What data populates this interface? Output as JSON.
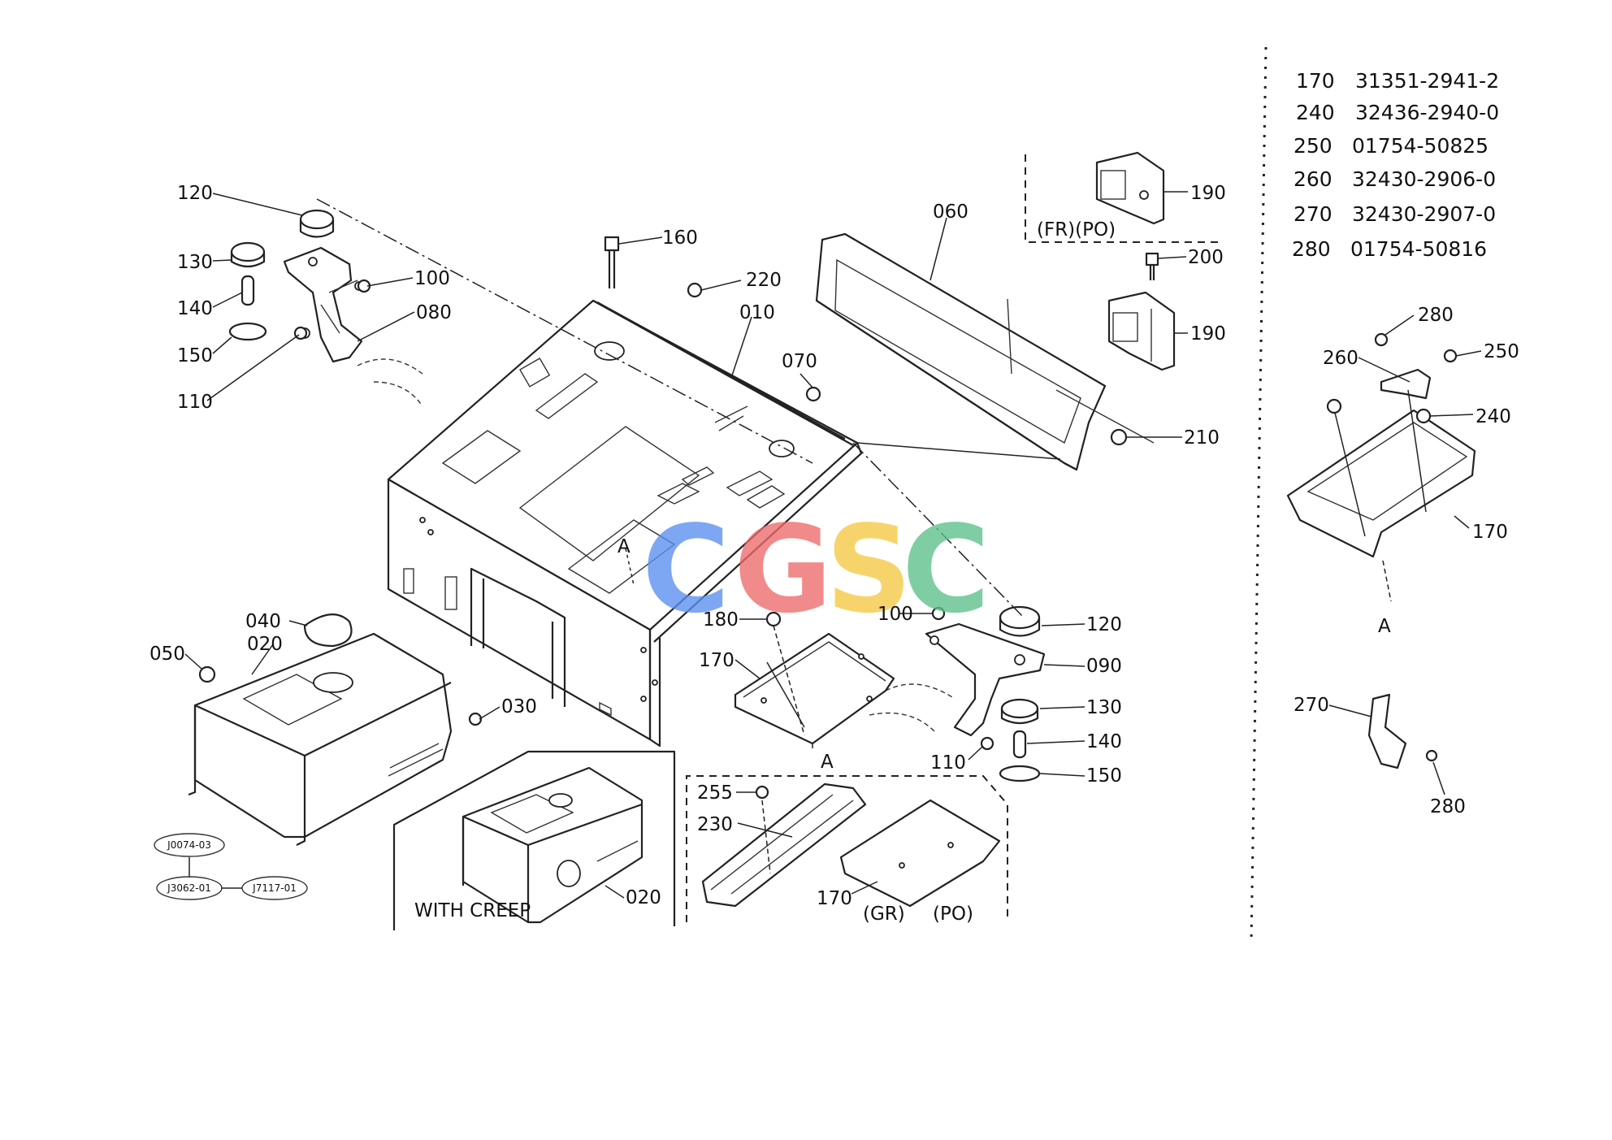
{
  "callouts": {
    "c120a": "120",
    "c130a": "130",
    "c140a": "140",
    "c150a": "150",
    "c110a": "110",
    "c100a": "100",
    "c080": "080",
    "c160": "160",
    "c220": "220",
    "c010": "010",
    "c070": "070",
    "c060": "060",
    "c190a": "190",
    "c190b": "190",
    "c200": "200",
    "c210": "210",
    "c040": "040",
    "c020a": "020",
    "c050": "050",
    "c030": "030",
    "c020b": "020",
    "c180": "180",
    "c170a": "170",
    "c100b": "100",
    "c120b": "120",
    "c090": "090",
    "c130b": "130",
    "c140b": "140",
    "c150b": "150",
    "c110b": "110",
    "c255": "255",
    "c230": "230",
    "c170b": "170",
    "c280a": "280",
    "c260": "260",
    "c250": "250",
    "c240": "240",
    "c170c": "170",
    "c270": "270",
    "c280b": "280"
  },
  "markers": {
    "a_main": "A",
    "a_sub": "A",
    "a_right": "A"
  },
  "variants": {
    "frpo": "(FR)(PO)",
    "gr": "(GR)",
    "po": "(PO)",
    "with_creep": "WITH CREEP"
  },
  "ref_codes": {
    "r1": "J0074-03",
    "r2": "J3062-01",
    "r3": "J7117-01"
  },
  "parts_table": [
    {
      "no": "170",
      "part": "31351-2941-2"
    },
    {
      "no": "240",
      "part": "32436-2940-0"
    },
    {
      "no": "250",
      "part": "01754-50825"
    },
    {
      "no": "260",
      "part": "32430-2906-0"
    },
    {
      "no": "270",
      "part": "32430-2907-0"
    },
    {
      "no": "280",
      "part": "01754-50816"
    }
  ],
  "watermark": {
    "letters": [
      {
        "ch": "C",
        "color": "#5b8ff0"
      },
      {
        "ch": "G",
        "color": "#ee6a6a"
      },
      {
        "ch": "S",
        "color": "#f5c842"
      },
      {
        "ch": "C",
        "color": "#5cc08a"
      }
    ]
  }
}
